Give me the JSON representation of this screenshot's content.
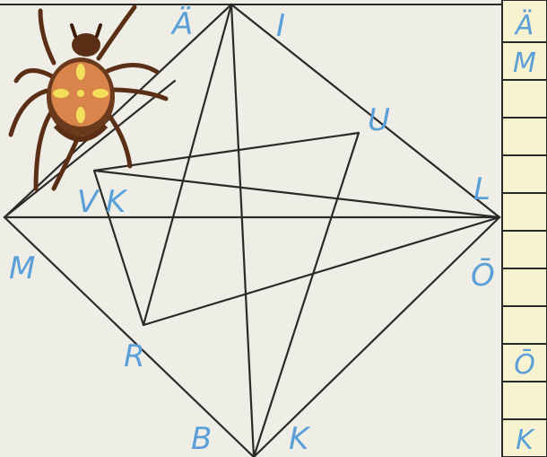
{
  "colors": {
    "background": "#efeee6",
    "lines": "#2a2a2a",
    "letters": "#5a9fd8",
    "column": "#f7f2cf",
    "spider_body": "#6b3a1c",
    "spider_back": "#d9844a",
    "spider_spots": "#f2e05a"
  },
  "icons": [
    "spider-icon"
  ],
  "labels": [
    {
      "id": "a-umlaut",
      "text": "Ä"
    },
    {
      "id": "i",
      "text": "I"
    },
    {
      "id": "u",
      "text": "U"
    },
    {
      "id": "l",
      "text": "L"
    },
    {
      "id": "o-macron-right",
      "text": "Ō"
    },
    {
      "id": "k-bottom",
      "text": "K"
    },
    {
      "id": "b",
      "text": "B"
    },
    {
      "id": "r",
      "text": "R"
    },
    {
      "id": "m",
      "text": "M"
    },
    {
      "id": "v",
      "text": "V"
    },
    {
      "id": "k-left",
      "text": "K"
    }
  ],
  "answer_column": [
    "Ä",
    "M",
    "",
    "",
    "",
    "",
    "",
    "",
    "",
    "Ō",
    "",
    "K"
  ]
}
